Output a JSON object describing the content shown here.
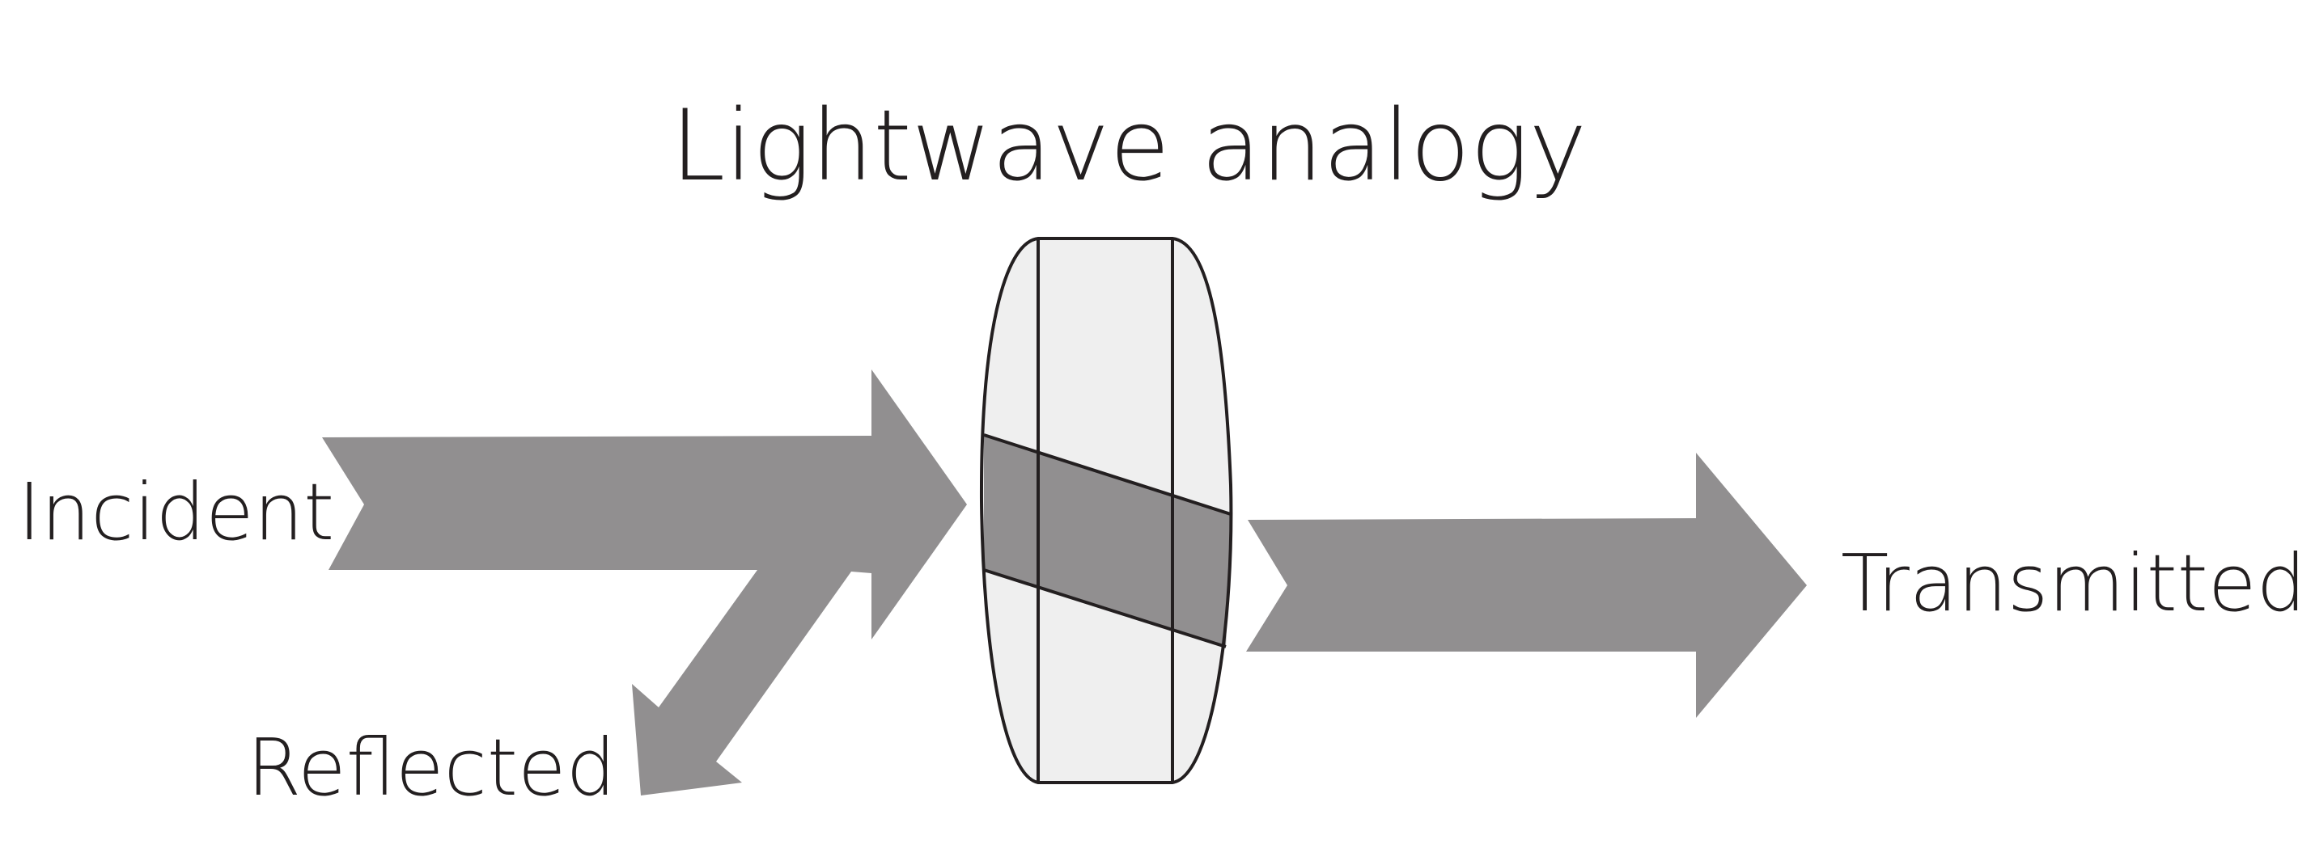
{
  "diagram": {
    "title": "Lightwave analogy",
    "labels": {
      "incident": "Incident",
      "reflected": "Reflected",
      "transmitted": "Transmitted"
    },
    "colors": {
      "arrow": "#918f90",
      "lens_fill": "#efefef",
      "outline": "#231f20",
      "text": "#231f20",
      "background": "#ffffff"
    }
  }
}
